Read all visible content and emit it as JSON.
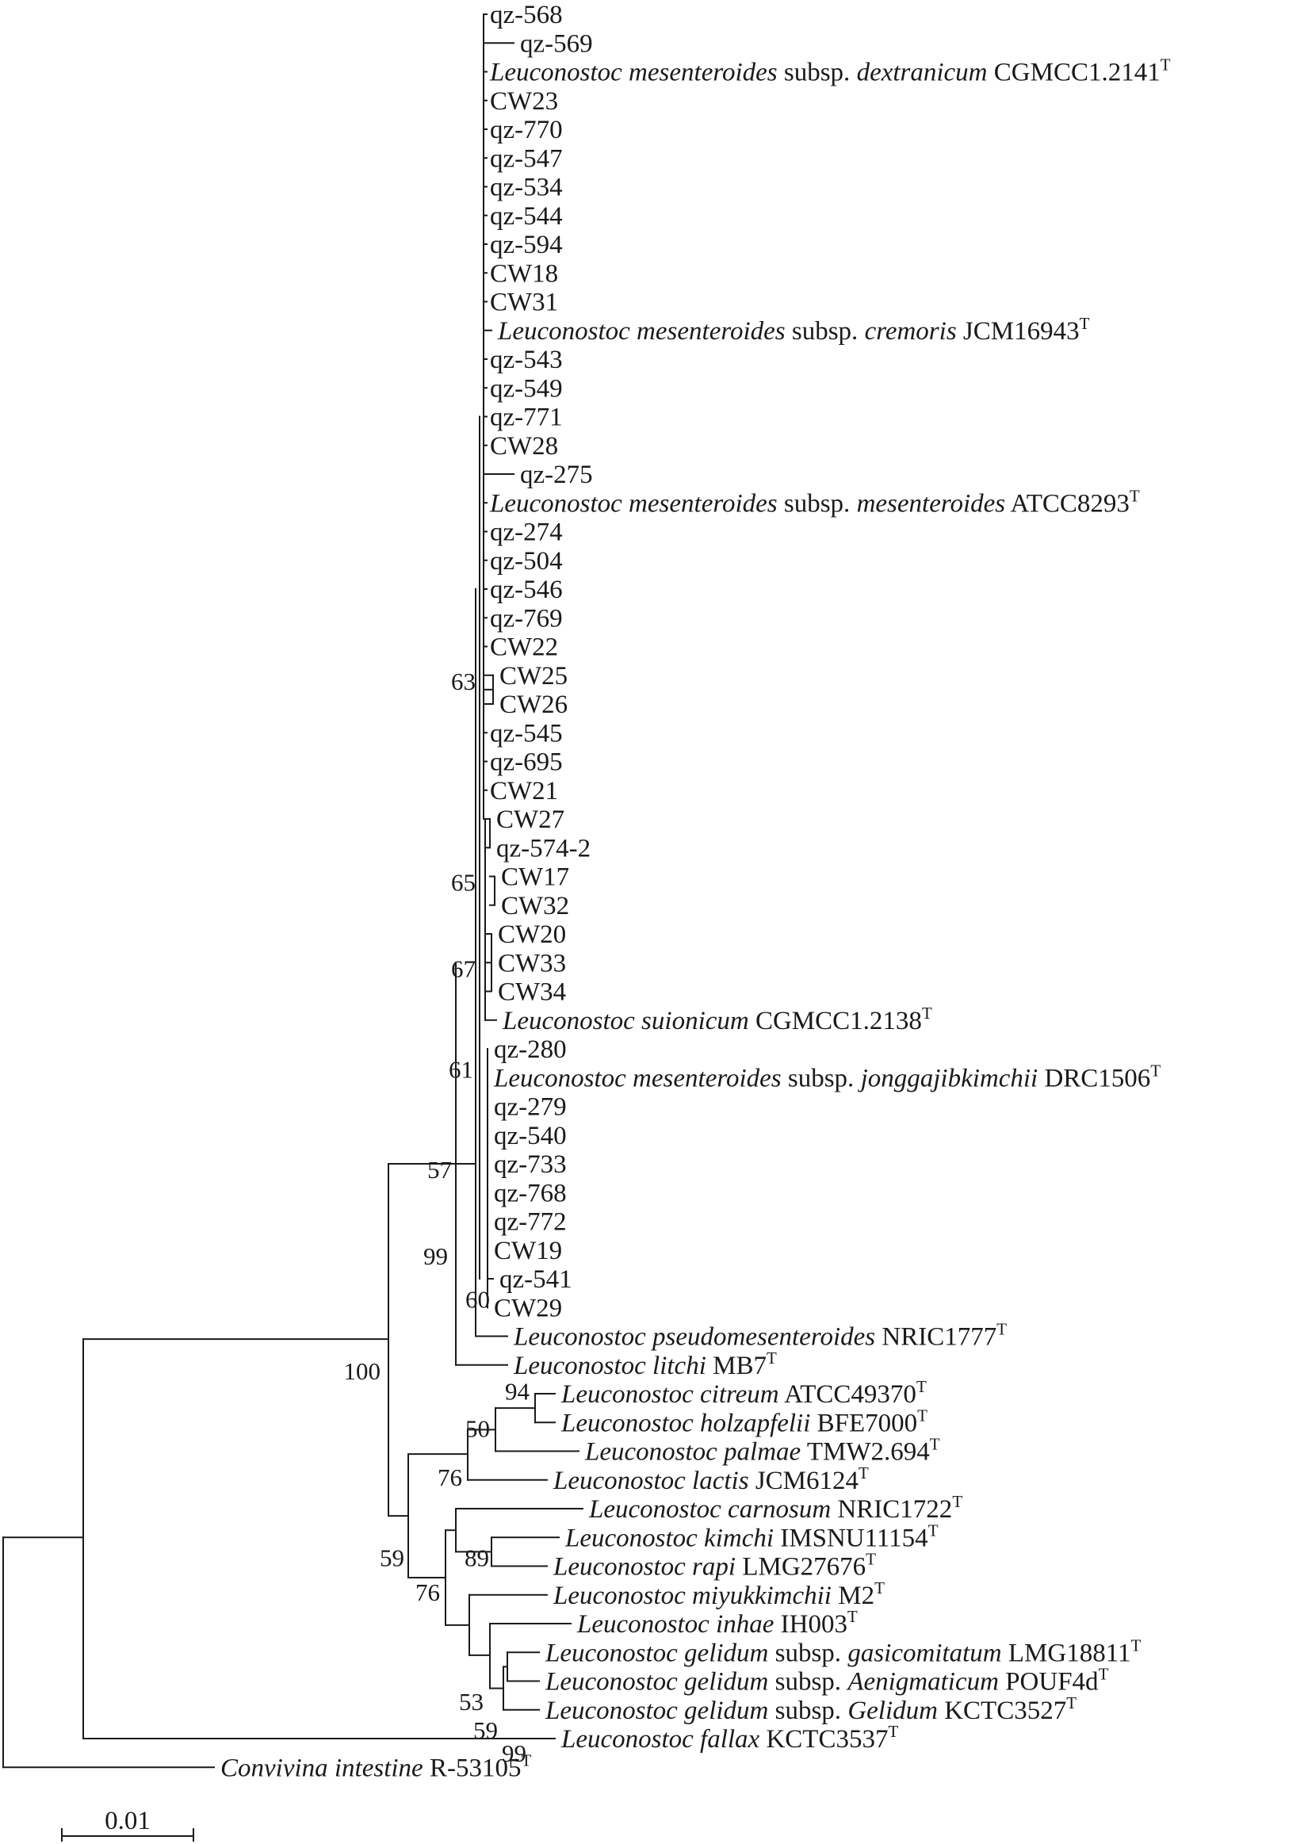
{
  "tree": {
    "leaves": [
      [
        {
          "t": "qz-568"
        }
      ],
      [
        {
          "t": "qz-569"
        }
      ],
      [
        {
          "t": "Leuconostoc mesenteroides",
          "i": true
        },
        {
          "t": " subsp. "
        },
        {
          "t": "dextranicum",
          "i": true
        },
        {
          "t": " CGMCC1.2141"
        },
        {
          "t": "T",
          "s": true
        }
      ],
      [
        {
          "t": "CW23"
        }
      ],
      [
        {
          "t": "qz-770"
        }
      ],
      [
        {
          "t": "qz-547"
        }
      ],
      [
        {
          "t": "qz-534"
        }
      ],
      [
        {
          "t": "qz-544"
        }
      ],
      [
        {
          "t": "qz-594"
        }
      ],
      [
        {
          "t": "CW18"
        }
      ],
      [
        {
          "t": "CW31"
        }
      ],
      [
        {
          "t": "Leuconostoc mesenteroides",
          "i": true
        },
        {
          "t": " subsp. "
        },
        {
          "t": "cremoris",
          "i": true
        },
        {
          "t": " JCM16943"
        },
        {
          "t": "T",
          "s": true
        }
      ],
      [
        {
          "t": "qz-543"
        }
      ],
      [
        {
          "t": "qz-549"
        }
      ],
      [
        {
          "t": "qz-771"
        }
      ],
      [
        {
          "t": "CW28"
        }
      ],
      [
        {
          "t": "qz-275"
        }
      ],
      [
        {
          "t": "Leuconostoc mesenteroides",
          "i": true
        },
        {
          "t": " subsp. "
        },
        {
          "t": "mesenteroides",
          "i": true
        },
        {
          "t": " ATCC8293"
        },
        {
          "t": "T",
          "s": true
        }
      ],
      [
        {
          "t": "qz-274"
        }
      ],
      [
        {
          "t": "qz-504"
        }
      ],
      [
        {
          "t": "qz-546"
        }
      ],
      [
        {
          "t": "qz-769"
        }
      ],
      [
        {
          "t": "CW22"
        }
      ],
      [
        {
          "t": "CW25"
        }
      ],
      [
        {
          "t": "CW26"
        }
      ],
      [
        {
          "t": "qz-545"
        }
      ],
      [
        {
          "t": "qz-695"
        }
      ],
      [
        {
          "t": "CW21"
        }
      ],
      [
        {
          "t": "CW27"
        }
      ],
      [
        {
          "t": "qz-574-2"
        }
      ],
      [
        {
          "t": "CW17"
        }
      ],
      [
        {
          "t": "CW32"
        }
      ],
      [
        {
          "t": "CW20"
        }
      ],
      [
        {
          "t": "CW33"
        }
      ],
      [
        {
          "t": "CW34"
        }
      ],
      [
        {
          "t": "Leuconostoc suionicum",
          "i": true
        },
        {
          "t": " CGMCC1.2138"
        },
        {
          "t": "T",
          "s": true
        }
      ],
      [
        {
          "t": "qz-280"
        }
      ],
      [
        {
          "t": "Leuconostoc mesenteroides",
          "i": true
        },
        {
          "t": " subsp. "
        },
        {
          "t": "jonggajibkimchii",
          "i": true
        },
        {
          "t": " DRC1506"
        },
        {
          "t": "T",
          "s": true
        }
      ],
      [
        {
          "t": "qz-279"
        }
      ],
      [
        {
          "t": "qz-540"
        }
      ],
      [
        {
          "t": "qz-733"
        }
      ],
      [
        {
          "t": "qz-768"
        }
      ],
      [
        {
          "t": "qz-772"
        }
      ],
      [
        {
          "t": "CW19"
        }
      ],
      [
        {
          "t": "qz-541"
        }
      ],
      [
        {
          "t": "CW29"
        }
      ],
      [
        {
          "t": "Leuconostoc pseudomesenteroides",
          "i": true
        },
        {
          "t": " NRIC1777"
        },
        {
          "t": "T",
          "s": true
        }
      ],
      [
        {
          "t": "Leuconostoc litchi",
          "i": true
        },
        {
          "t": " MB7"
        },
        {
          "t": "T",
          "s": true
        }
      ],
      [
        {
          "t": "Leuconostoc citreum",
          "i": true
        },
        {
          "t": " ATCC49370"
        },
        {
          "t": "T",
          "s": true
        }
      ],
      [
        {
          "t": "Leuconostoc holzapfelii",
          "i": true
        },
        {
          "t": " BFE7000"
        },
        {
          "t": "T",
          "s": true
        }
      ],
      [
        {
          "t": "Leuconostoc palmae",
          "i": true
        },
        {
          "t": " TMW2.694"
        },
        {
          "t": "T",
          "s": true
        }
      ],
      [
        {
          "t": "Leuconostoc lactis",
          "i": true
        },
        {
          "t": " JCM6124"
        },
        {
          "t": "T",
          "s": true
        }
      ],
      [
        {
          "t": "Leuconostoc carnosum",
          "i": true
        },
        {
          "t": " NRIC1722"
        },
        {
          "t": "T",
          "s": true
        }
      ],
      [
        {
          "t": "Leuconostoc kimchi",
          "i": true
        },
        {
          "t": " IMSNU11154"
        },
        {
          "t": "T",
          "s": true
        }
      ],
      [
        {
          "t": "Leuconostoc rapi",
          "i": true
        },
        {
          "t": " LMG27676"
        },
        {
          "t": "T",
          "s": true
        }
      ],
      [
        {
          "t": "Leuconostoc miyukkimchii",
          "i": true
        },
        {
          "t": " M2"
        },
        {
          "t": "T",
          "s": true
        }
      ],
      [
        {
          "t": "Leuconostoc inhae",
          "i": true
        },
        {
          "t": " IH003"
        },
        {
          "t": "T",
          "s": true
        }
      ],
      [
        {
          "t": "Leuconostoc gelidum",
          "i": true
        },
        {
          "t": " subsp. "
        },
        {
          "t": "gasicomitatum",
          "i": true
        },
        {
          "t": " LMG18811"
        },
        {
          "t": "T",
          "s": true
        }
      ],
      [
        {
          "t": "Leuconostoc gelidum",
          "i": true
        },
        {
          "t": " subsp. "
        },
        {
          "t": "Aenigmaticum",
          "i": true
        },
        {
          "t": " POUF4d"
        },
        {
          "t": "T",
          "s": true
        }
      ],
      [
        {
          "t": "Leuconostoc gelidum",
          "i": true
        },
        {
          "t": " subsp. "
        },
        {
          "t": "Gelidum",
          "i": true
        },
        {
          "t": " KCTC3527"
        },
        {
          "t": "T",
          "s": true
        }
      ],
      [
        {
          "t": "Leuconostoc fallax",
          "i": true
        },
        {
          "t": " KCTC3537"
        },
        {
          "t": "T",
          "s": true
        }
      ],
      [
        {
          "t": "Convivina intestine",
          "i": true
        },
        {
          "t": " R-53105"
        },
        {
          "t": "T",
          "s": true
        }
      ]
    ],
    "bootstrap": [
      "63",
      "65",
      "67",
      "61",
      "57",
      "99",
      "60",
      "100",
      "94",
      "50",
      "76",
      "89",
      "76",
      "59",
      "53",
      "59",
      "99"
    ],
    "scale_bar": {
      "label": "0.01",
      "length": 0.01
    }
  }
}
